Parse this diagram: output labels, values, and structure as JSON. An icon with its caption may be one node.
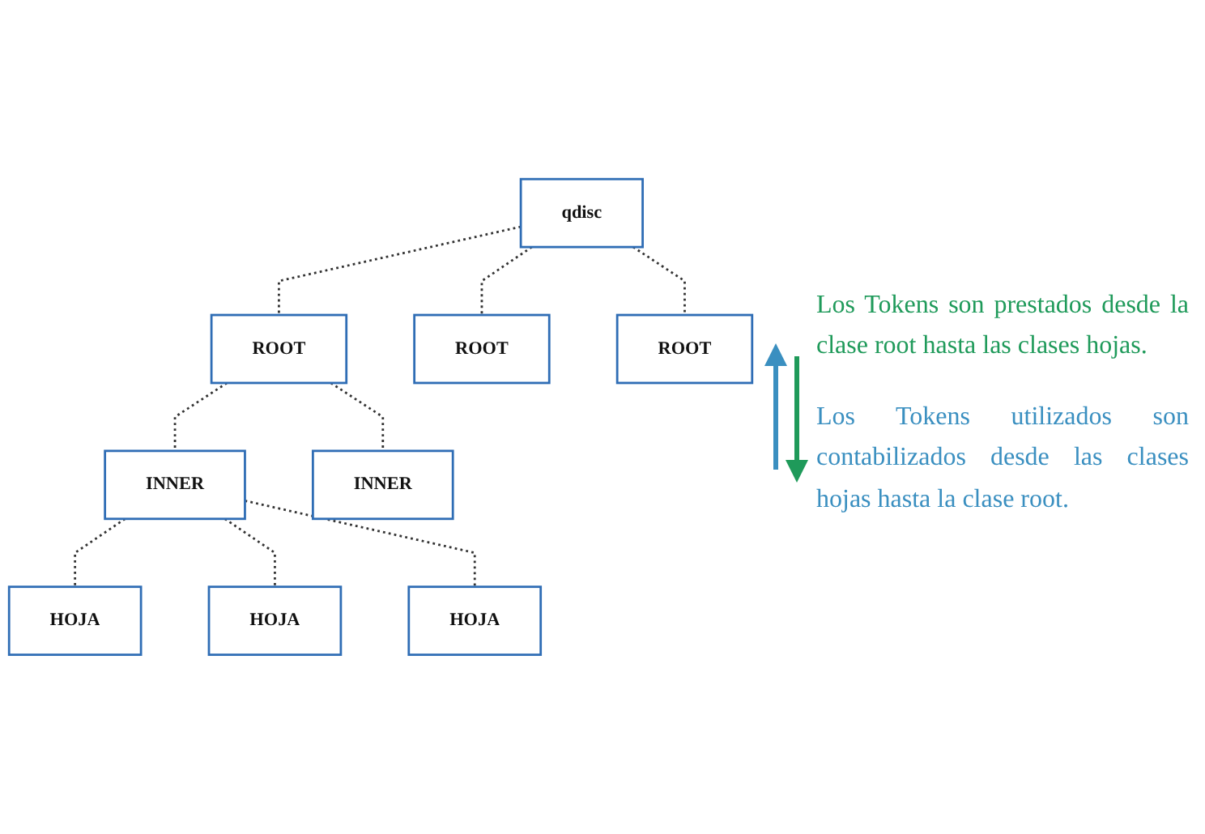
{
  "diagram": {
    "nodes": [
      {
        "text": [
          "qdisc"
        ]
      },
      {
        "text": [
          "ROOT"
        ]
      },
      {
        "text": [
          "ROOT"
        ]
      },
      {
        "text": [
          "ROOT"
        ]
      },
      {
        "text": [
          "INNER"
        ]
      },
      {
        "text": [
          "INNER"
        ]
      },
      {
        "text": [
          "HOJA"
        ]
      },
      {
        "text": [
          "HOJA"
        ]
      },
      {
        "text": [
          "HOJA"
        ]
      }
    ],
    "edges": [
      {
        "from": 0,
        "to": 1,
        "arrow": "none",
        "style": "dashed"
      },
      {
        "from": 0,
        "to": 2,
        "arrow": "none",
        "style": "dashed"
      },
      {
        "from": 0,
        "to": 3,
        "arrow": "none",
        "style": "dashed"
      },
      {
        "from": 1,
        "to": 4,
        "arrow": "none",
        "style": "dashed"
      },
      {
        "from": 1,
        "to": 5,
        "arrow": "none",
        "style": "dashed"
      },
      {
        "from": 4,
        "to": 6,
        "arrow": "none",
        "style": "dashed"
      },
      {
        "from": 4,
        "to": 7,
        "arrow": "none",
        "style": "dashed"
      },
      {
        "from": 4,
        "to": 8,
        "arrow": "none",
        "style": "dashed"
      }
    ],
    "labels": [
      "Los Tokens son prestados desde la clase root hasta las clases hojas.",
      "Los Tokens utilizados son contabilizados desde las clases hojas hasta la clase root."
    ]
  }
}
